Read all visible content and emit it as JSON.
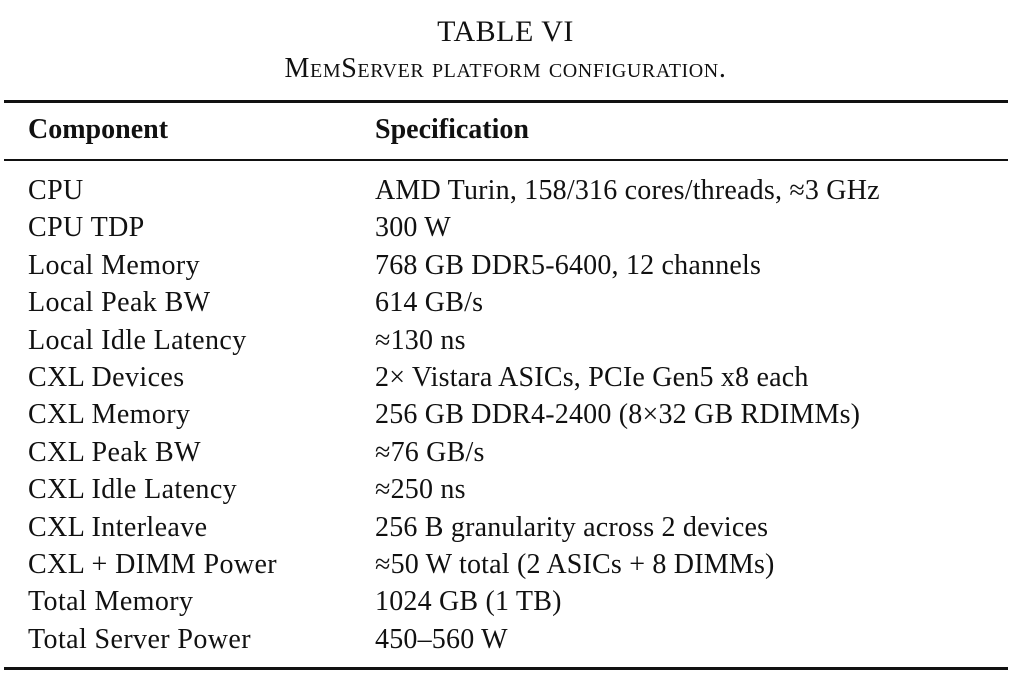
{
  "caption": {
    "number": "TABLE VI",
    "title": "MemServer platform configuration."
  },
  "table": {
    "headers": [
      "Component",
      "Specification"
    ],
    "rows": [
      [
        "CPU",
        "AMD Turin, 158/316 cores/threads, ≈3 GHz"
      ],
      [
        "CPU TDP",
        "300 W"
      ],
      [
        "Local Memory",
        "768 GB DDR5-6400, 12 channels"
      ],
      [
        "Local Peak BW",
        "614 GB/s"
      ],
      [
        "Local Idle Latency",
        "≈130 ns"
      ],
      [
        "CXL Devices",
        "2× Vistara ASICs, PCIe Gen5 x8 each"
      ],
      [
        "CXL Memory",
        "256 GB DDR4-2400 (8×32 GB RDIMMs)"
      ],
      [
        "CXL Peak BW",
        "≈76 GB/s"
      ],
      [
        "CXL Idle Latency",
        "≈250 ns"
      ],
      [
        "CXL Interleave",
        "256 B granularity across 2 devices"
      ],
      [
        "CXL + DIMM Power",
        "≈50 W total (2 ASICs + 8 DIMMs)"
      ],
      [
        "Total Memory",
        "1024 GB (1 TB)"
      ],
      [
        "Total Server Power",
        "450–560 W"
      ]
    ]
  }
}
